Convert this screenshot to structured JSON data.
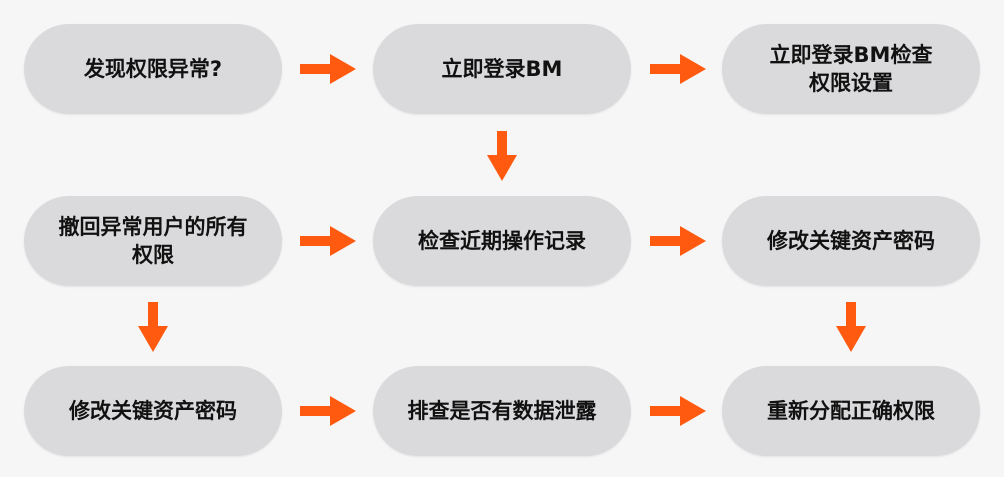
{
  "colors": {
    "node": "#dadadc",
    "arrow": "#ff5a10",
    "background": "#f6f6f6"
  },
  "nodes": [
    {
      "id": "r1c1",
      "label": "发现权限异常?"
    },
    {
      "id": "r1c2",
      "label": "立即登录BM"
    },
    {
      "id": "r1c3",
      "label": "立即登录BM检查权限设置"
    },
    {
      "id": "r2c1",
      "label": "撤回异常用户的所有权限"
    },
    {
      "id": "r2c2",
      "label": "检查近期操作记录"
    },
    {
      "id": "r2c3",
      "label": "修改关键资产密码"
    },
    {
      "id": "r3c1",
      "label": "修改关键资产密码"
    },
    {
      "id": "r3c2",
      "label": "排查是否有数据泄露"
    },
    {
      "id": "r3c3",
      "label": "重新分配正确权限"
    }
  ],
  "edges": [
    {
      "from": "r1c1",
      "to": "r1c2"
    },
    {
      "from": "r1c2",
      "to": "r1c3"
    },
    {
      "from": "r1c2",
      "to": "r2c2"
    },
    {
      "from": "r2c1",
      "to": "r2c2"
    },
    {
      "from": "r2c2",
      "to": "r2c3"
    },
    {
      "from": "r2c1",
      "to": "r3c1"
    },
    {
      "from": "r2c3",
      "to": "r3c3"
    },
    {
      "from": "r3c1",
      "to": "r3c2"
    },
    {
      "from": "r3c2",
      "to": "r3c3"
    }
  ]
}
